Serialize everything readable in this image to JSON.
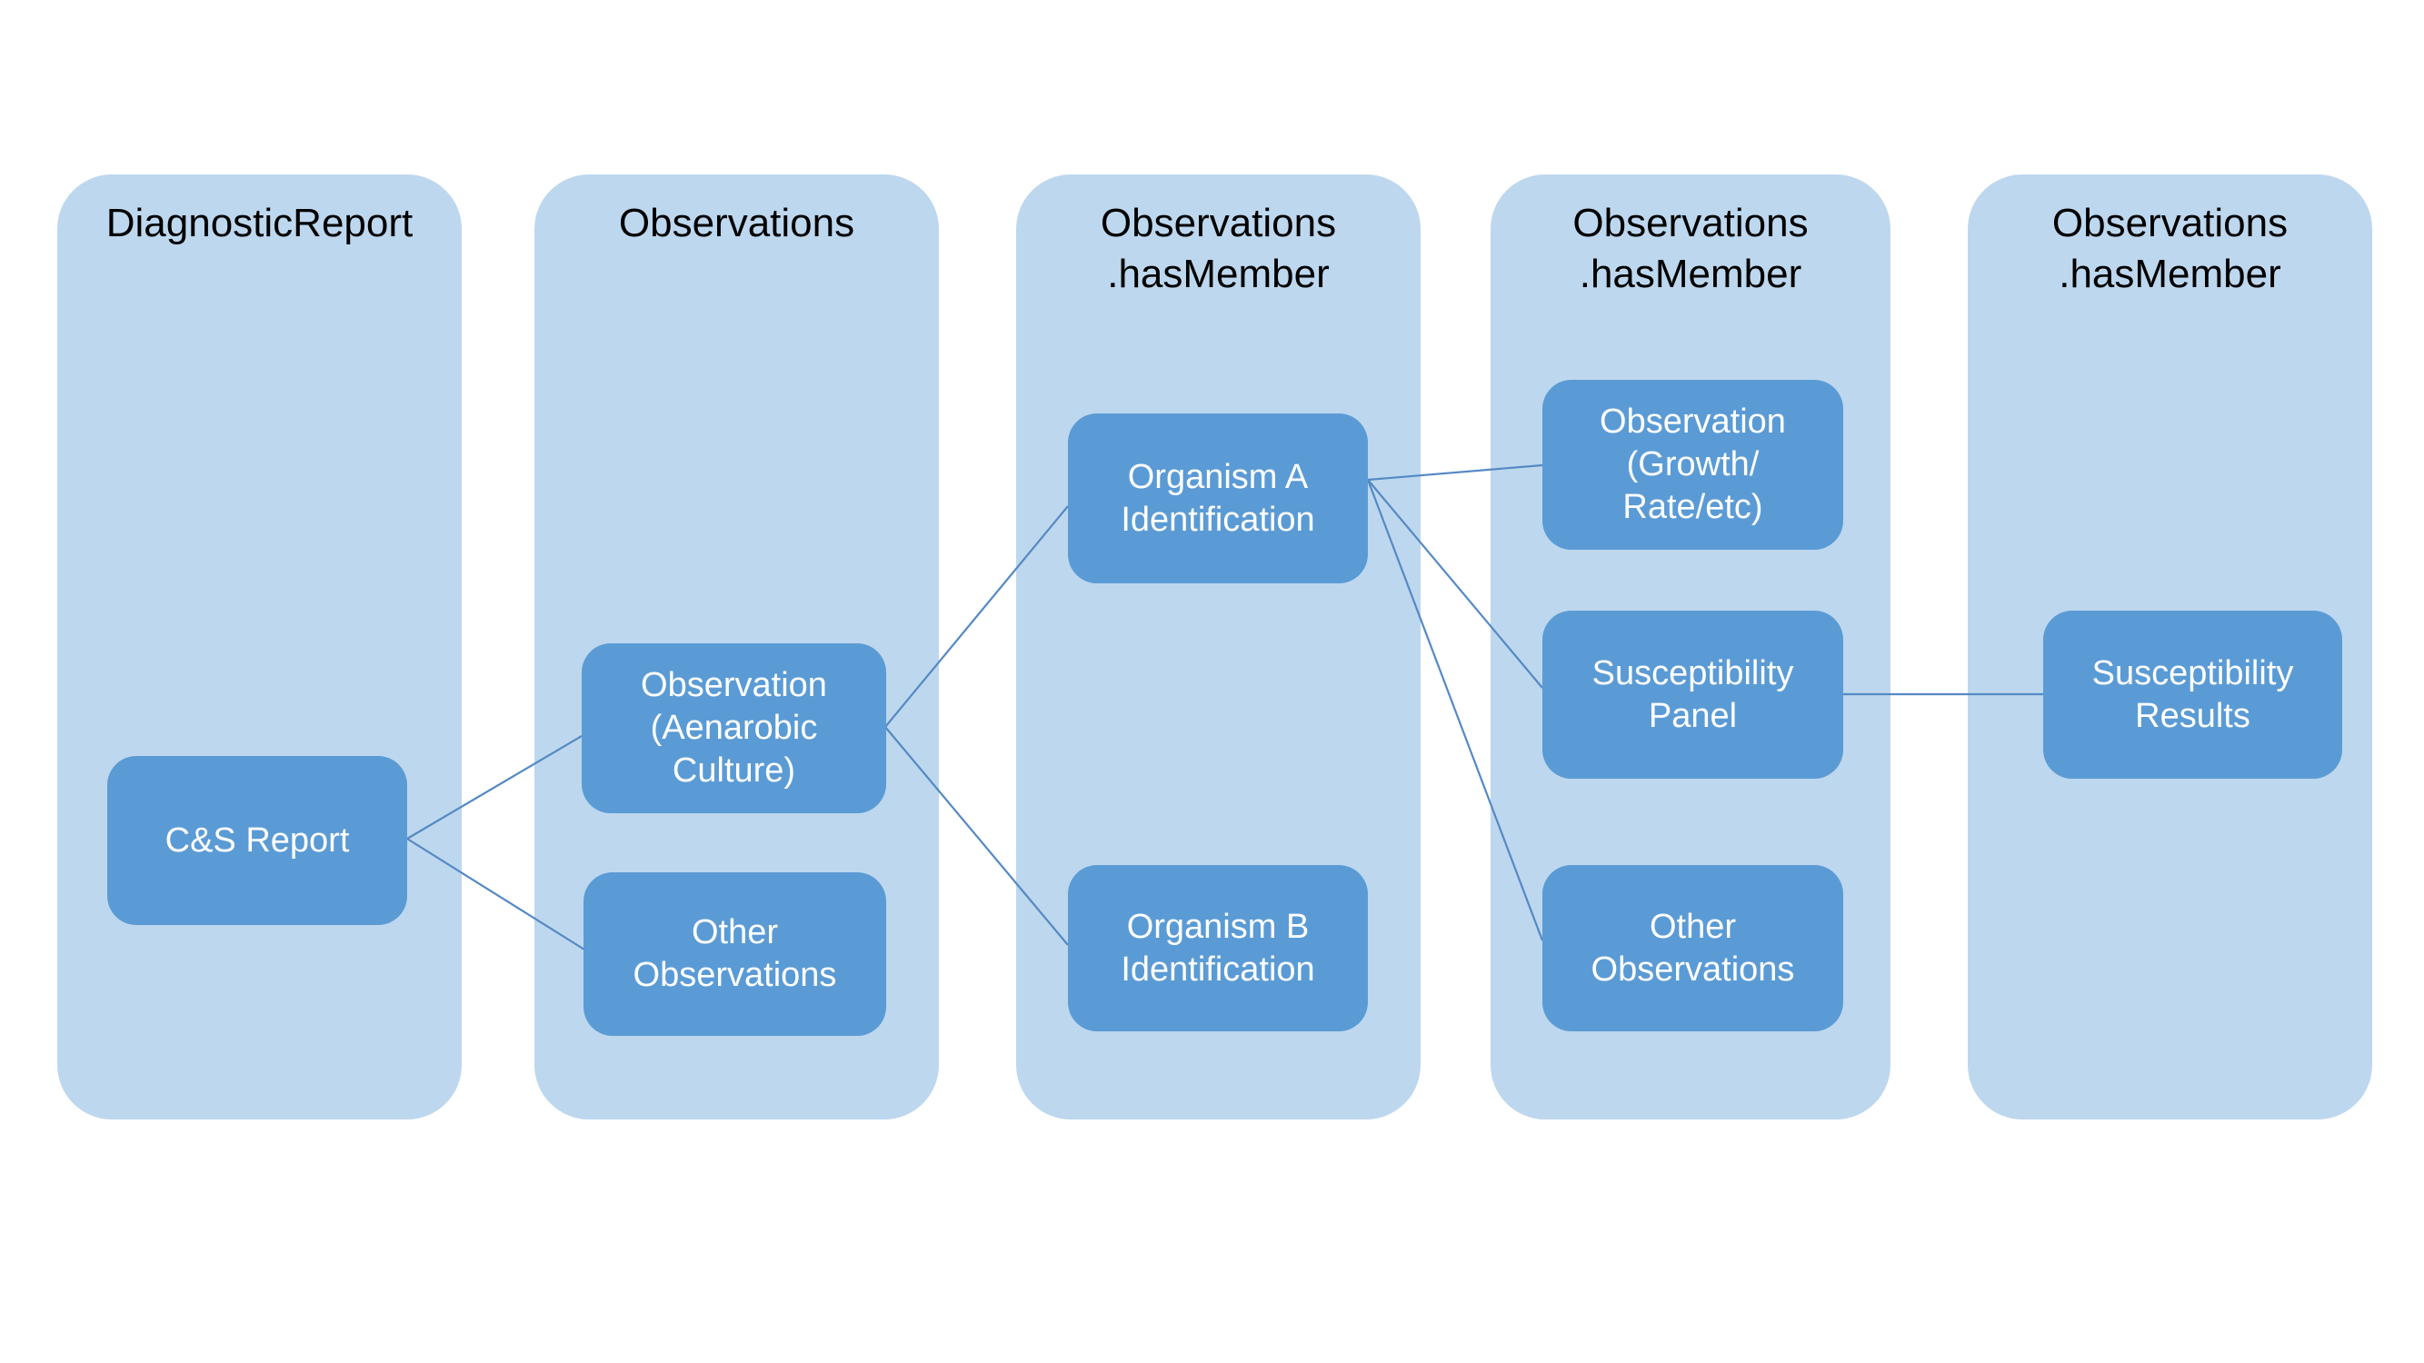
{
  "colors": {
    "background": "#FFFFFF",
    "column_fill": "#BDD7EE",
    "node_fill": "#5B9BD5",
    "node_text": "#FFFFFF",
    "title_text": "#000000",
    "connector": "#5589C4"
  },
  "columns": [
    {
      "id": "diagnostic-report",
      "title_line1": "DiagnosticReport",
      "title_line2": ""
    },
    {
      "id": "observations",
      "title_line1": "Observations",
      "title_line2": ""
    },
    {
      "id": "observations-hasmember-1",
      "title_line1": "Observations",
      "title_line2": ".hasMember"
    },
    {
      "id": "observations-hasmember-2",
      "title_line1": "Observations",
      "title_line2": ".hasMember"
    },
    {
      "id": "observations-hasmember-3",
      "title_line1": "Observations",
      "title_line2": ".hasMember"
    }
  ],
  "nodes": [
    {
      "id": "cs-report",
      "column": "diagnostic-report",
      "label": "C&S Report"
    },
    {
      "id": "observation-aenarobic-culture",
      "column": "observations",
      "label": "Observation (Aenarobic Culture)"
    },
    {
      "id": "other-observations-1",
      "column": "observations",
      "label": "Other Observations"
    },
    {
      "id": "organism-a-identification",
      "column": "observations-hasmember-1",
      "label": "Organism A Identification"
    },
    {
      "id": "organism-b-identification",
      "column": "observations-hasmember-1",
      "label": "Organism B Identification"
    },
    {
      "id": "observation-growth-rate-etc",
      "column": "observations-hasmember-2",
      "label": "Observation (Growth/ Rate/etc)"
    },
    {
      "id": "susceptibility-panel",
      "column": "observations-hasmember-2",
      "label": "Susceptibility Panel"
    },
    {
      "id": "other-observations-2",
      "column": "observations-hasmember-2",
      "label": "Other Observations"
    },
    {
      "id": "susceptibility-results",
      "column": "observations-hasmember-3",
      "label": "Susceptibility Results"
    }
  ],
  "connections": [
    {
      "from": "cs-report",
      "to": "observation-aenarobic-culture"
    },
    {
      "from": "cs-report",
      "to": "other-observations-1"
    },
    {
      "from": "observation-aenarobic-culture",
      "to": "organism-a-identification"
    },
    {
      "from": "observation-aenarobic-culture",
      "to": "organism-b-identification"
    },
    {
      "from": "organism-a-identification",
      "to": "observation-growth-rate-etc"
    },
    {
      "from": "organism-a-identification",
      "to": "susceptibility-panel"
    },
    {
      "from": "organism-a-identification",
      "to": "other-observations-2"
    },
    {
      "from": "susceptibility-panel",
      "to": "susceptibility-results"
    }
  ]
}
